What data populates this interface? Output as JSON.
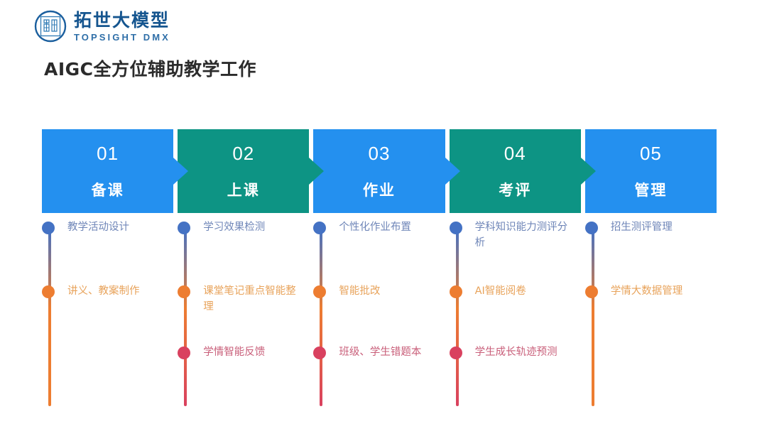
{
  "brand": {
    "seal_icon": "circular-seal-icon",
    "name_cn": "拓世大模型",
    "name_en": "TOPSIGHT DMX",
    "color": "#15558f"
  },
  "page_title": "AIGC全方位辅助教学工作",
  "palette": {
    "blue": "#2490ef",
    "teal": "#0d9484",
    "dot_blue": "#4472c4",
    "dot_orange": "#ed7d31",
    "dot_red": "#d9415f",
    "text_blue": "#6f86b8",
    "text_orange": "#e8a35b",
    "text_red": "#c95f7a"
  },
  "stages": [
    {
      "number": "01",
      "label": "备课",
      "color": "#2490ef",
      "items": [
        {
          "text": "教学活动设计",
          "dot": "#4472c4",
          "text_color": "#6f86b8"
        },
        {
          "text": "讲义、教案制作",
          "dot": "#ed7d31",
          "text_color": "#e8a35b"
        }
      ]
    },
    {
      "number": "02",
      "label": "上课",
      "color": "#0d9484",
      "items": [
        {
          "text": "学习效果检测",
          "dot": "#4472c4",
          "text_color": "#6f86b8"
        },
        {
          "text": "课堂笔记重点智能整理",
          "dot": "#ed7d31",
          "text_color": "#e8a35b"
        },
        {
          "text": "学情智能反馈",
          "dot": "#d9415f",
          "text_color": "#c95f7a"
        }
      ]
    },
    {
      "number": "03",
      "label": "作业",
      "color": "#2490ef",
      "items": [
        {
          "text": "个性化作业布置",
          "dot": "#4472c4",
          "text_color": "#6f86b8"
        },
        {
          "text": "智能批改",
          "dot": "#ed7d31",
          "text_color": "#e8a35b"
        },
        {
          "text": "班级、学生错题本",
          "dot": "#d9415f",
          "text_color": "#c95f7a"
        }
      ]
    },
    {
      "number": "04",
      "label": "考评",
      "color": "#0d9484",
      "items": [
        {
          "text": "学科知识能力测评分析",
          "dot": "#4472c4",
          "text_color": "#6f86b8"
        },
        {
          "text": "AI智能阅卷",
          "dot": "#ed7d31",
          "text_color": "#e8a35b"
        },
        {
          "text": "学生成长轨迹预测",
          "dot": "#d9415f",
          "text_color": "#c95f7a"
        }
      ]
    },
    {
      "number": "05",
      "label": "管理",
      "color": "#2490ef",
      "items": [
        {
          "text": "招生测评管理",
          "dot": "#4472c4",
          "text_color": "#6f86b8"
        },
        {
          "text": "学情大数据管理",
          "dot": "#ed7d31",
          "text_color": "#e8a35b"
        }
      ]
    }
  ]
}
